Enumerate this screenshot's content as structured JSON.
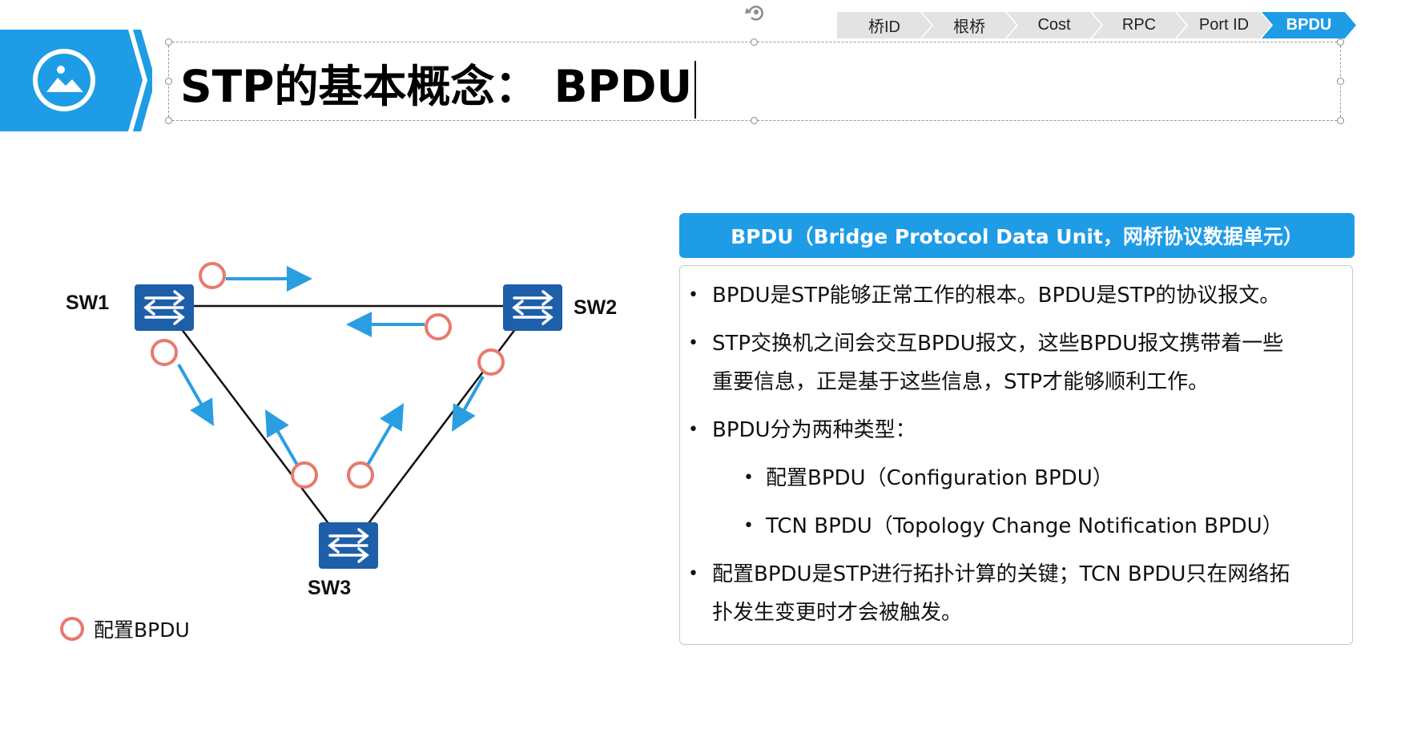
{
  "slide": {
    "title": "STP的基本概念： BPDU",
    "image_icon": "image-placeholder-icon",
    "rotate_icon": "rotate-handle-icon"
  },
  "breadcrumbs": [
    {
      "label": "桥ID",
      "active": false
    },
    {
      "label": "根桥",
      "active": false
    },
    {
      "label": "Cost",
      "active": false
    },
    {
      "label": "RPC",
      "active": false
    },
    {
      "label": "Port ID",
      "active": false
    },
    {
      "label": "BPDU",
      "active": true
    }
  ],
  "diagram": {
    "switches": [
      {
        "label": "SW1",
        "icon": "switch-icon"
      },
      {
        "label": "SW2",
        "icon": "switch-icon"
      },
      {
        "label": "SW3",
        "icon": "switch-icon"
      }
    ],
    "legend": {
      "label": "配置BPDU",
      "icon": "bpdu-circle-icon"
    }
  },
  "panel": {
    "header": "BPDU（Bridge Protocol Data Unit，网桥协议数据单元）",
    "bullets": [
      {
        "text": "BPDU是STP能够正常工作的根本。BPDU是STP的协议报文。"
      },
      {
        "text": "STP交换机之间会交互BPDU报文，这些BPDU报文携带着一些"
      },
      {
        "text": "重要信息，正是基于这些信息，STP才能够顺利工作。"
      },
      {
        "text": "BPDU分为两种类型："
      },
      {
        "text": "配置BPDU（Configuration BPDU）"
      },
      {
        "text": "TCN BPDU（Topology Change Notification BPDU）"
      },
      {
        "text": "配置BPDU是STP进行拓扑计算的关键；TCN  BPDU只在网络拓"
      },
      {
        "text": "扑发生变更时才会被触发。"
      }
    ]
  },
  "colors": {
    "accent_blue": "#1e9ce6",
    "switch_blue": "#1d5fa8",
    "bpdu_orange": "#e77a6d",
    "arrow_blue": "#2a9ee0",
    "crumb_gray": "#e3e3e3"
  }
}
